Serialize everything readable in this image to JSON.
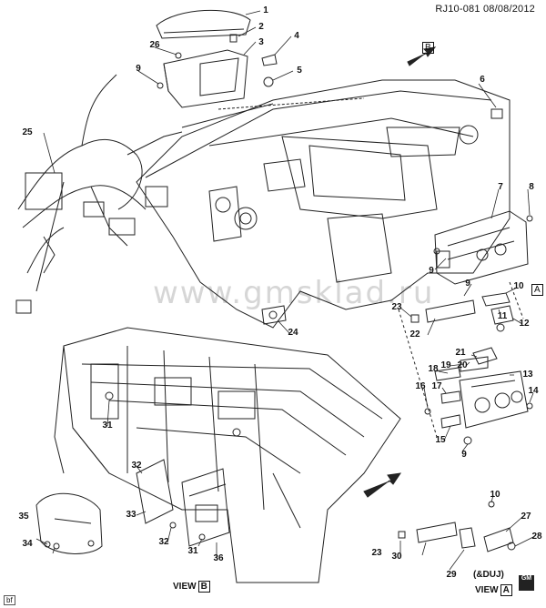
{
  "header": {
    "ref": "RJ10-081",
    "date": "08/08/2012"
  },
  "watermark": "www.gmsklad.ru",
  "views": {
    "view_b": {
      "word": "VIEW",
      "letter": "B"
    },
    "view_a": {
      "word": "VIEW",
      "letter": "A"
    },
    "variant": "(&DUJ)",
    "ref_a": "A",
    "ref_b": "B"
  },
  "corner_tag": "bf",
  "logo": "GM",
  "callouts": [
    "1",
    "2",
    "3",
    "4",
    "5",
    "6",
    "7",
    "8",
    "9",
    "9",
    "9",
    "9",
    "10",
    "10",
    "11",
    "12",
    "13",
    "14",
    "15",
    "16",
    "17",
    "18",
    "19",
    "20",
    "21",
    "22",
    "23",
    "23",
    "24",
    "25",
    "26",
    "27",
    "28",
    "29",
    "30",
    "31",
    "31",
    "32",
    "32",
    "33",
    "34",
    "35",
    "36"
  ]
}
